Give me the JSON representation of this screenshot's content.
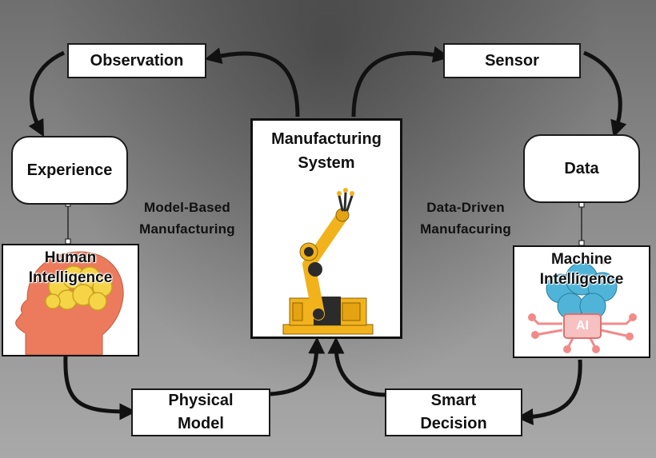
{
  "diagram": {
    "nodes": {
      "observation": "Observation",
      "sensor": "Sensor",
      "experience": "Experience",
      "data": "Data",
      "manufacturing_system": [
        "Manufacturing",
        "System"
      ],
      "human_intelligence": [
        "Human",
        "Intelligence"
      ],
      "machine_intelligence": [
        "Machine",
        "Intelligence"
      ],
      "physical_model": [
        "Physical",
        "Model"
      ],
      "smart_decision": [
        "Smart",
        "Decision"
      ]
    },
    "side_labels": {
      "model_based": [
        "Model-Based",
        "Manufacturing"
      ],
      "data_driven": [
        "Data-Driven",
        "Manufacuring"
      ]
    },
    "ai_chip_text": "AI",
    "icons": {
      "human": "human-head-brain-icon",
      "machine": "ai-brain-circuit-icon",
      "robot": "robotic-arm-icon"
    },
    "colors": {
      "robot_yellow": "#f2b21b",
      "head_salmon": "#ec7a5c",
      "brain_yellow": "#f5d547",
      "ai_blue": "#4fb4d8",
      "ai_pink": "#f28a8a"
    }
  }
}
